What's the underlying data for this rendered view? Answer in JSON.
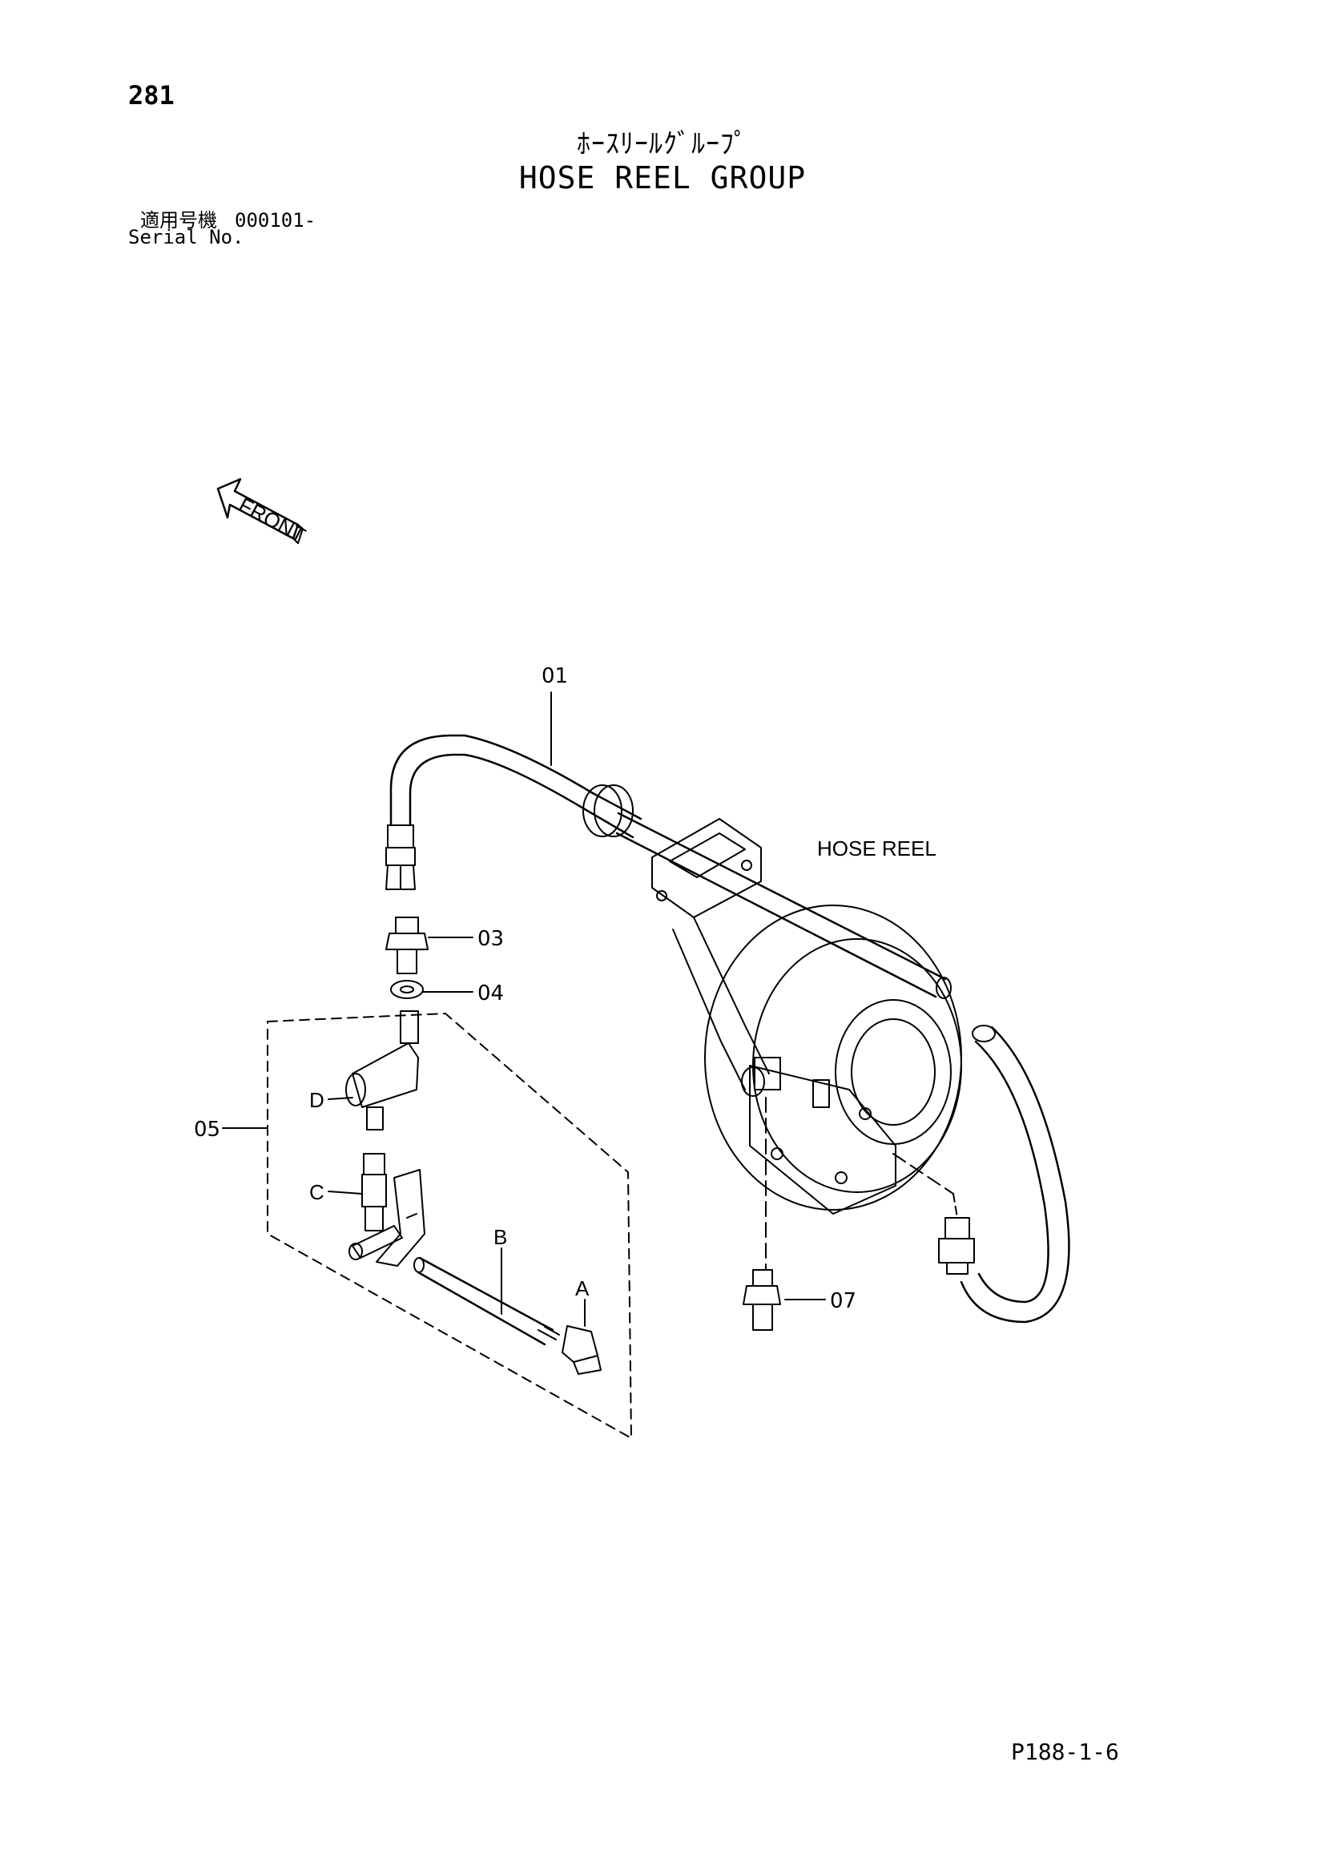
{
  "header": {
    "page_number": "281",
    "title_jp": "ﾎｰｽﾘｰﾙｸﾞﾙｰﾌﾟ",
    "title_en": "HOSE REEL GROUP",
    "serial_label_jp": "適用号機",
    "serial_value": "000101-",
    "serial_label_en": "Serial No."
  },
  "diagram": {
    "front_marker": "FRONT",
    "assembly_label": "HOSE REEL",
    "callouts": {
      "p01": "01",
      "p03": "03",
      "p04": "04",
      "p05": "05",
      "p07": "07",
      "pA": "A",
      "pB": "B",
      "pC": "C",
      "pD": "D"
    }
  },
  "footer": {
    "code": "P188-1-6"
  }
}
